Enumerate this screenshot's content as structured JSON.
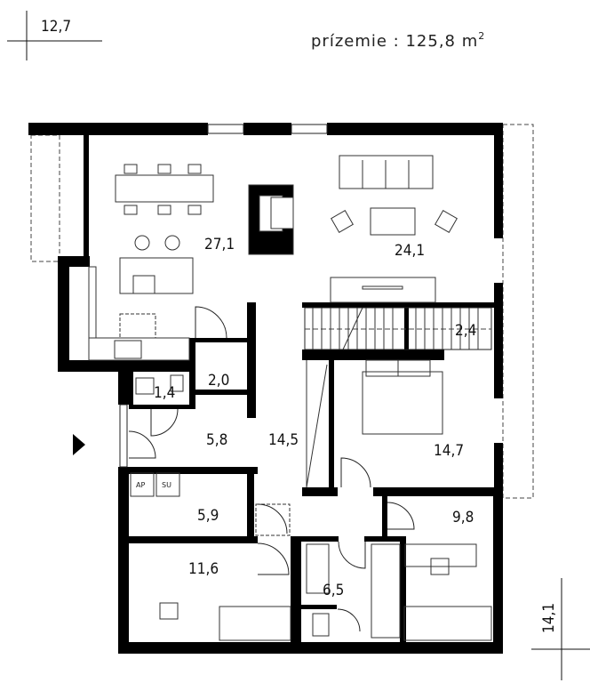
{
  "header": {
    "dimension_top": "12,7",
    "title": "prízemie : 125,8 m",
    "title_superscript": "2",
    "dimension_side": "14,1"
  },
  "rooms": [
    {
      "id": "dining-kitchen",
      "area": "27,1"
    },
    {
      "id": "living",
      "area": "24,1"
    },
    {
      "id": "stairs",
      "area": "2,4"
    },
    {
      "id": "storage",
      "area": "2,0"
    },
    {
      "id": "wc",
      "area": "1,4"
    },
    {
      "id": "entry",
      "area": "5,8"
    },
    {
      "id": "hall",
      "area": "14,5"
    },
    {
      "id": "master-bedroom",
      "area": "14,7"
    },
    {
      "id": "utility",
      "area": "5,9"
    },
    {
      "id": "bedroom-2",
      "area": "9,8"
    },
    {
      "id": "bedroom-3",
      "area": "11,6"
    },
    {
      "id": "bathroom",
      "area": "6,5"
    }
  ],
  "appliances": {
    "ap": "AP",
    "su": "SU"
  }
}
